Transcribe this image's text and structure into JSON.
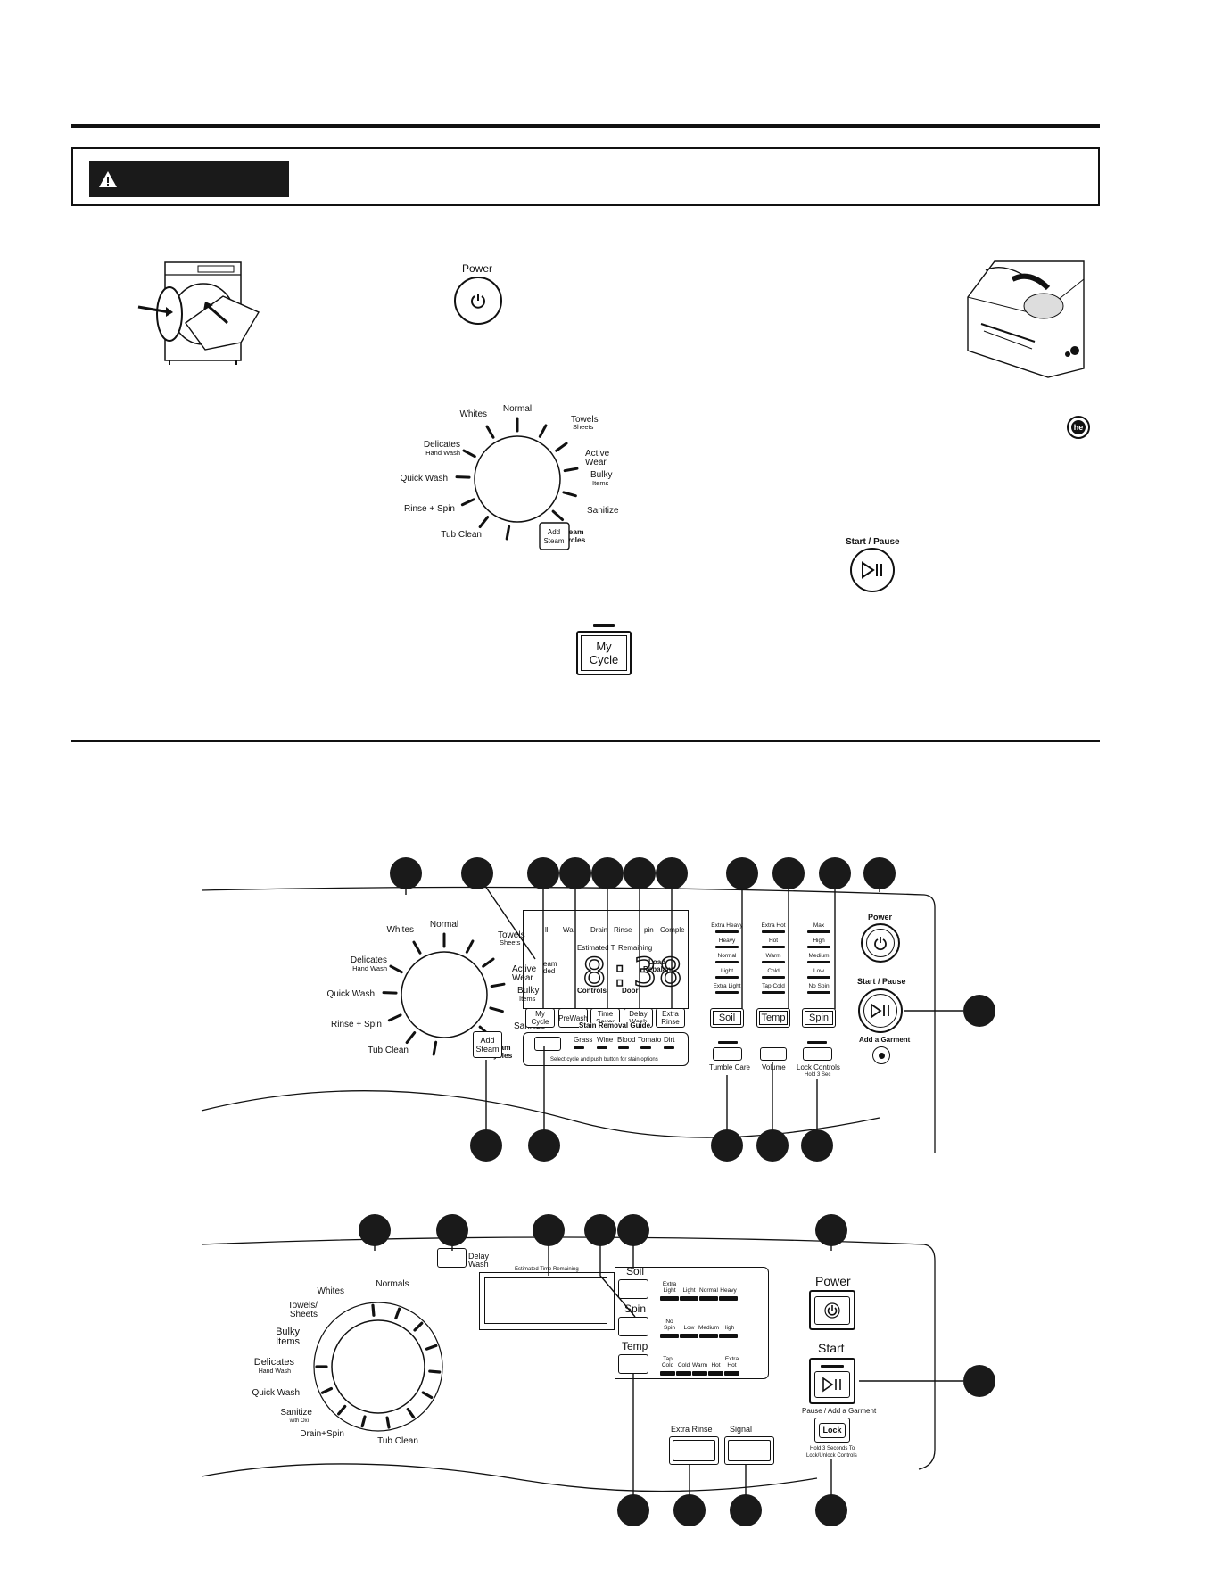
{
  "top_section": {
    "power_label": "Power",
    "start_pause_label": "Start / Pause",
    "my_cycle_label_line1": "My",
    "my_cycle_label_line2": "Cycle",
    "dial_labels": [
      "Normal",
      "Towels",
      "Sheets",
      "Active",
      "Wear",
      "Bulky",
      "Items",
      "Sanitize",
      "Steam",
      "Cycles",
      "Add",
      "Steam",
      "Tub Clean",
      "Rinse + Spin",
      "Quick Wash",
      "Delicates",
      "Hand Wash",
      "Whites"
    ]
  },
  "panel1": {
    "dial_labels": [
      "Normal",
      "Towels",
      "Sheets",
      "Active",
      "Wear",
      "Bulky",
      "Items",
      "Sanitize",
      "Steam",
      "Cycles",
      "Add",
      "Steam",
      "Tub Clean",
      "Rinse + Spin",
      "Quick Wash",
      "Delicates",
      "Hand Wash",
      "Whites"
    ],
    "display_top": [
      "ll",
      "Wa",
      "Drain",
      "Rinse",
      "pin",
      "Comple"
    ],
    "display_time": "8:38",
    "display_est": "Estimated T",
    "display_rem": "Remaining",
    "display_left": [
      "eam",
      "ded"
    ],
    "display_right": [
      "Load",
      "Rebalanc"
    ],
    "display_ctrl": "Controls",
    "display_door": "Door",
    "option_buttons": [
      {
        "l1": "My",
        "l2": "Cycle"
      },
      {
        "l1": "PreWash",
        "l2": ""
      },
      {
        "l1": "Time",
        "l2": "Saver"
      },
      {
        "l1": "Delay",
        "l2": "Wash"
      },
      {
        "l1": "Extra",
        "l2": "Rinse"
      }
    ],
    "stain_title": "Stain Removal Guide",
    "stain_items": [
      "Grass",
      "Wine",
      "Blood",
      "Tomato",
      "Dirt"
    ],
    "stain_note": "Select cycle and push button for stain options",
    "soil_levels": [
      "Extra Heavy",
      "Heavy",
      "Normal",
      "Light",
      "Extra Light"
    ],
    "temp_levels": [
      "Extra Hot",
      "Hot",
      "Warm",
      "Cold",
      "Tap Cold"
    ],
    "spin_levels": [
      "Max",
      "High",
      "Medium",
      "Low",
      "No Spin"
    ],
    "soil_btn": "Soil",
    "temp_btn": "Temp",
    "spin_btn": "Spin",
    "tumble_care": "Tumble Care",
    "volume": "Volume",
    "lock_controls": "Lock Controls",
    "lock_hold": "Hold 3 Sec",
    "power_label": "Power",
    "start_pause_label": "Start / Pause",
    "add_garment": "Add a Garment"
  },
  "panel2": {
    "dial_labels": [
      "Normals",
      "Whites",
      "Towels/",
      "Sheets",
      "Bulky",
      "Items",
      "Delicates",
      "Hand Wash",
      "Quick Wash",
      "Sanitize",
      "with Oxi",
      "Drain+Spin",
      "Tub Clean"
    ],
    "delay_l1": "Delay",
    "delay_l2": "Wash",
    "est_time": "Estimated Time Remaining",
    "soil_btn": "Soil",
    "spin_btn": "Spin",
    "temp_btn": "Temp",
    "soil_levels": [
      [
        "Extra",
        "Light"
      ],
      [
        "",
        "Light"
      ],
      [
        "",
        "Normal"
      ],
      [
        "",
        "Heavy"
      ]
    ],
    "spin_levels": [
      [
        "No",
        "Spin"
      ],
      [
        "",
        "Low"
      ],
      [
        "",
        "Medium"
      ],
      [
        "",
        "High"
      ]
    ],
    "temp_levels": [
      [
        "Tap",
        "Cold"
      ],
      [
        "",
        "Cold"
      ],
      [
        "",
        "Warm"
      ],
      [
        "",
        "Hot"
      ],
      [
        "Extra",
        "Hot"
      ]
    ],
    "extra_rinse": "Extra Rinse",
    "signal": "Signal",
    "power_label": "Power",
    "start_label": "Start",
    "pause_add": "Pause / Add a Garment",
    "lock_label": "Lock",
    "lock_note1": "Hold 3 Seconds To",
    "lock_note2": "Lock/Unlock Controls"
  },
  "colors": {
    "ink": "#111111",
    "paper": "#ffffff",
    "callout": "#1a1a1a"
  }
}
